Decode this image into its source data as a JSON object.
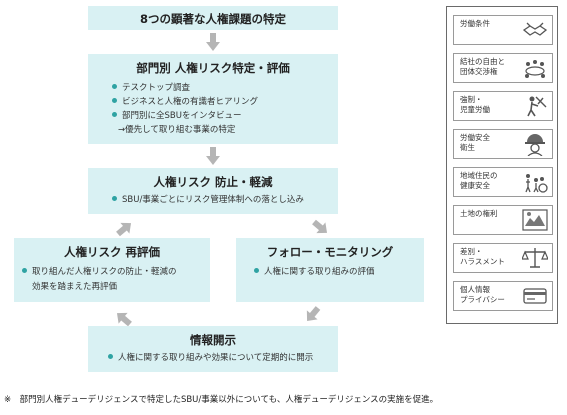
{
  "step1": {
    "title": "8つの顕著な人権課題の特定"
  },
  "step2": {
    "title": "部門別 人権リスク特定・評価",
    "bullets": [
      "テスクトップ調査",
      "ビジネスと人権の有識者ヒアリング",
      "部門別に全SBUをインタビュー"
    ],
    "sub": "→優先して取り組む事業の特定"
  },
  "step3": {
    "title": "人権リスク 防止・軽減",
    "bullets": [
      "SBU/事業ごとにリスク管理体制への落とし込み"
    ]
  },
  "step4": {
    "title": "人権リスク 再評価",
    "bullets": [
      "取り組んだ人権リスクの防止・軽減の"
    ],
    "sub": "効果を踏まえた再評価"
  },
  "step5": {
    "title": "フォロー・モニタリング",
    "bullets": [
      "人権に関する取り組みの評価"
    ]
  },
  "step6": {
    "title": "情報開示",
    "bullets": [
      "人権に関する取り組みや効果について定期的に開示"
    ]
  },
  "issues": [
    {
      "label": "労働条件",
      "icon": "handshake-icon"
    },
    {
      "label": "結社の自由と\n団体交渉権",
      "icon": "meeting-icon"
    },
    {
      "label": "強制・\n児童労働",
      "icon": "forced-labor-icon"
    },
    {
      "label": "労働安全\n衛生",
      "icon": "hardhat-worker-icon"
    },
    {
      "label": "地域住民の\n健康安全",
      "icon": "community-icon"
    },
    {
      "label": "土地の権利",
      "icon": "land-icon"
    },
    {
      "label": "差別・\nハラスメント",
      "icon": "scale-icon"
    },
    {
      "label": "個人情報\nプライバシー",
      "icon": "card-icon"
    }
  ],
  "footnote": "※　部門別人権デューデリジェンスで特定したSBU/事業以外についても、人権デューデリジェンスの実施を促進。",
  "colors": {
    "box": "#d9f1f3",
    "bullet": "#2fa3a3",
    "arrow": "#b5b5b5"
  }
}
